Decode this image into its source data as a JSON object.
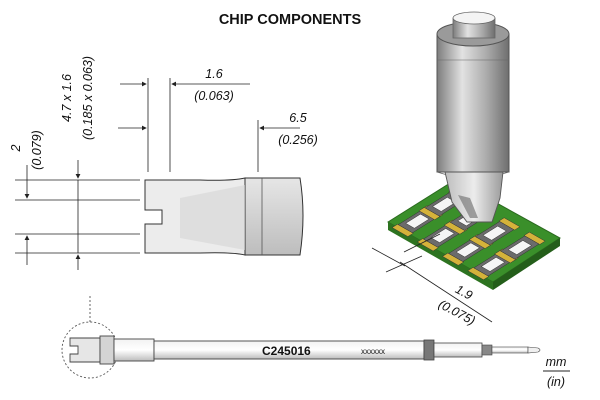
{
  "title": "CHIP COMPONENTS",
  "dimensions": {
    "height_slot": {
      "value": "2",
      "inch": "(0.079)"
    },
    "width_depth": {
      "value": "4.7 x 1.6",
      "inch": "(0.185 x 0.063)"
    },
    "tip_width": {
      "value": "1.6",
      "inch": "(0.063)"
    },
    "tip_length": {
      "value": "6.5",
      "inch": "(0.256)"
    },
    "pitch": {
      "value": "1.9",
      "inch": "(0.075)"
    }
  },
  "part_number": "C245016",
  "serial_mark": "xxxxxx",
  "units": {
    "metric": "mm",
    "imperial": "(in)"
  },
  "colors": {
    "pcb_green": "#3a8f2a",
    "chip_gray": "#6b6b6b",
    "pad_gold": "#d4b23a",
    "metal_light": "#cfcfcf",
    "metal_dark": "#8c8c8c"
  }
}
